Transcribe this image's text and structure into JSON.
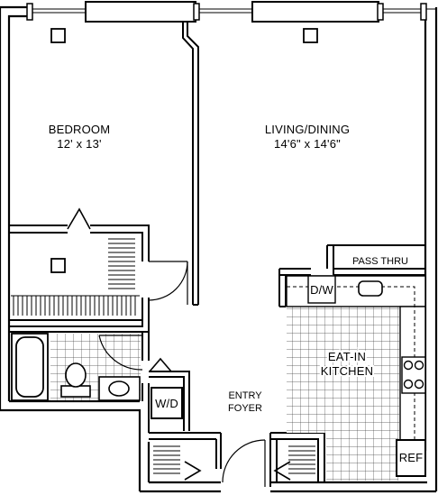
{
  "rooms": {
    "bedroom": {
      "name": "BEDROOM",
      "size": "12' x 13'"
    },
    "living": {
      "name": "LIVING/DINING",
      "size": "14'6\" x 14'6\""
    },
    "kitchen": {
      "line1": "EAT-IN",
      "line2": "KITCHEN"
    },
    "entry": {
      "line1": "ENTRY",
      "line2": "FOYER"
    }
  },
  "fixtures": {
    "pass_thru": "PASS THRU",
    "dishwasher": "D/W",
    "washer_dryer": "W/D",
    "refrigerator": "REF"
  },
  "colors": {
    "ink": "#000000",
    "grid": "#555555",
    "paper": "#ffffff"
  }
}
